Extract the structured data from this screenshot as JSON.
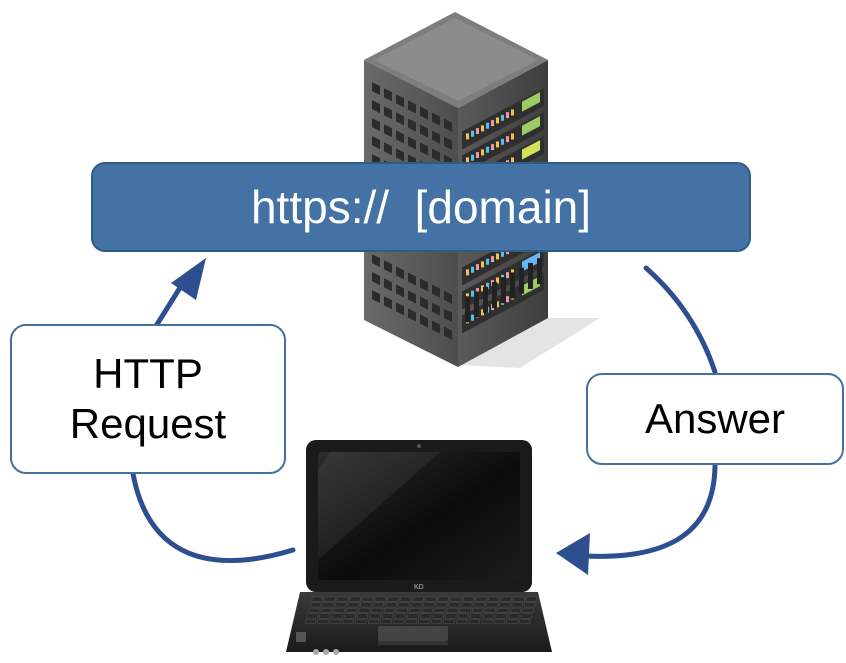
{
  "url_bar": {
    "text": "https://  [domain]"
  },
  "request_label": {
    "line1": "HTTP",
    "line2": "Request"
  },
  "answer_label": {
    "text": "Answer"
  },
  "colors": {
    "url_bar": "#4472a4",
    "arrow": "#2e4f8f",
    "box_border": "#41719c",
    "server_body": "#5c5c5c",
    "laptop_body": "#1a1a1a"
  },
  "icons": {
    "server": "server-rack-icon",
    "client": "laptop-icon"
  }
}
